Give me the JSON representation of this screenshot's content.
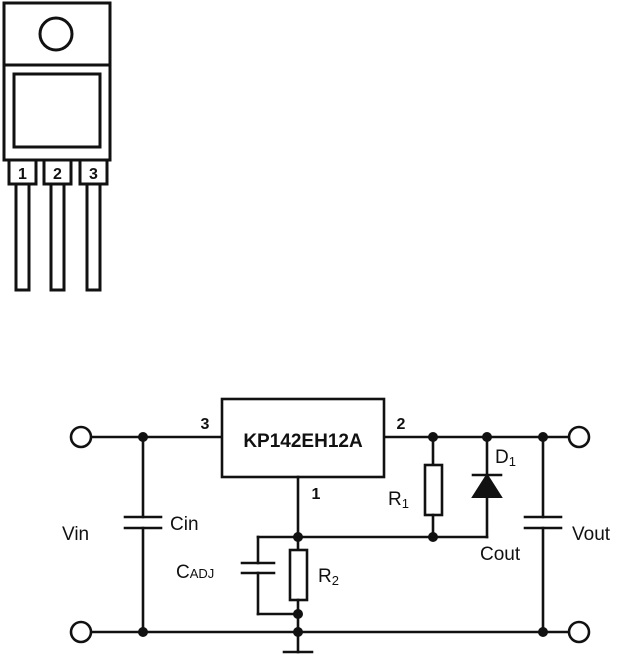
{
  "package": {
    "pins": [
      "1",
      "2",
      "3"
    ]
  },
  "schematic": {
    "chip_label": "KP142EH12A",
    "pin_labels": {
      "input": "3",
      "output": "2",
      "adjust": "1"
    },
    "labels": {
      "vin": "Vin",
      "vout": "Vout",
      "cin": "Cin",
      "cout": "Cout",
      "r1": "R",
      "r1_sub": "1",
      "r2": "R",
      "r2_sub": "2",
      "d1": "D",
      "d1_sub": "1",
      "cadj": "C",
      "cadj_sub": "ADJ"
    }
  },
  "colors": {
    "ink": "#111111",
    "background": "#ffffff"
  }
}
